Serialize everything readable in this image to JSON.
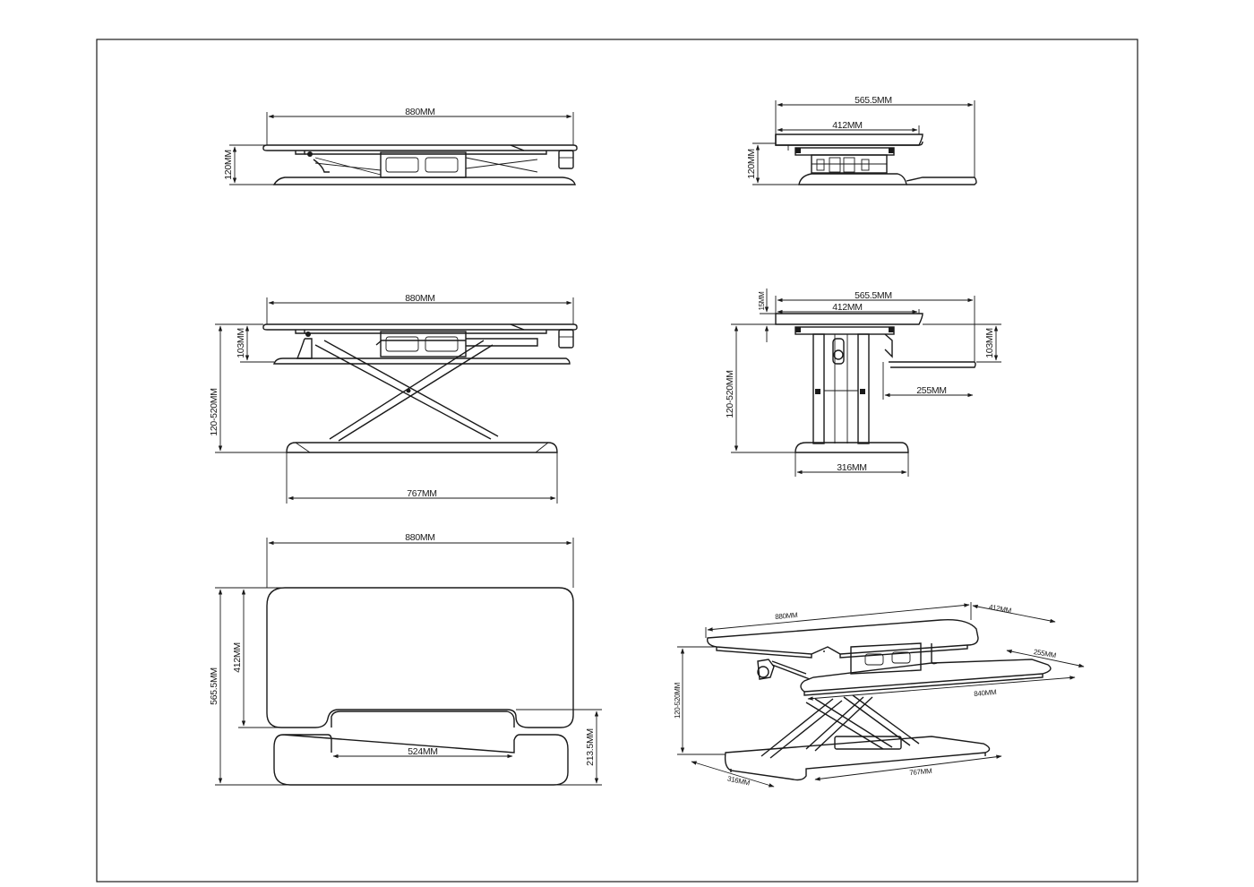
{
  "drawing": {
    "front_collapsed": {
      "width_label": "880MM",
      "height_label": "120MM"
    },
    "side_collapsed": {
      "depth_label": "565.5MM",
      "top_depth_label": "412MM",
      "height_label": "120MM"
    },
    "front_raised": {
      "width_label": "880MM",
      "offset_label": "103MM",
      "height_range_label": "120-520MM",
      "base_width_label": "767MM"
    },
    "side_raised": {
      "thickness_label": "15MM",
      "depth_label": "565.5MM",
      "top_depth_label": "412MM",
      "offset_label": "103MM",
      "height_range_label": "120-520MM",
      "keyboard_depth_label": "255MM",
      "base_depth_label": "316MM"
    },
    "top_view": {
      "width_label": "880MM",
      "depth_label": "565.5MM",
      "top_depth_label": "412MM",
      "keyboard_width_label": "524MM",
      "keyboard_depth_label": "213.5MM"
    },
    "isometric": {
      "width_label": "880MM",
      "depth_label": "412MM",
      "keyboard_depth_label": "255MM",
      "keyboard_width_label": "840MM",
      "height_range_label": "120-520MM",
      "base_depth_label": "316MM",
      "base_width_label": "767MM"
    }
  }
}
